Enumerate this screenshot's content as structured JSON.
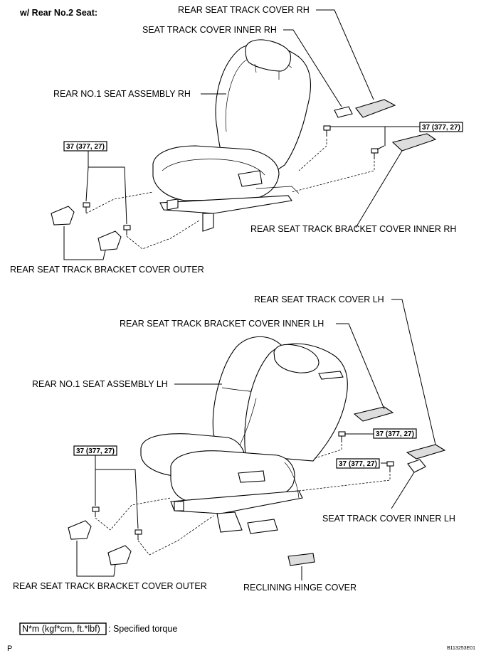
{
  "header": "w/ Rear No.2 Seat:",
  "labels": {
    "rear_seat_track_cover_rh": "REAR SEAT TRACK COVER RH",
    "seat_track_cover_inner_rh": "SEAT TRACK COVER INNER RH",
    "rear_no1_seat_assembly_rh": "REAR NO.1 SEAT ASSEMBLY RH",
    "rear_seat_track_bracket_cover_inner_rh": "REAR SEAT TRACK BRACKET COVER INNER RH",
    "rear_seat_track_bracket_cover_outer_top": "REAR SEAT TRACK BRACKET COVER OUTER",
    "rear_seat_track_cover_lh": "REAR SEAT TRACK COVER LH",
    "rear_seat_track_bracket_cover_inner_lh": "REAR SEAT TRACK BRACKET COVER INNER LH",
    "rear_no1_seat_assembly_lh": "REAR NO.1 SEAT ASSEMBLY LH",
    "seat_track_cover_inner_lh": "SEAT TRACK COVER INNER LH",
    "rear_seat_track_bracket_cover_outer_bottom": "REAR SEAT TRACK BRACKET COVER OUTER",
    "reclining_hinge_cover": "RECLINING HINGE COVER"
  },
  "torque": {
    "value": "37 (377, 27)"
  },
  "legend": {
    "box": "N*m (kgf*cm, ft.*lbf)",
    "text": ": Specified torque"
  },
  "footer": {
    "left": "P",
    "code": "B113253E01"
  }
}
